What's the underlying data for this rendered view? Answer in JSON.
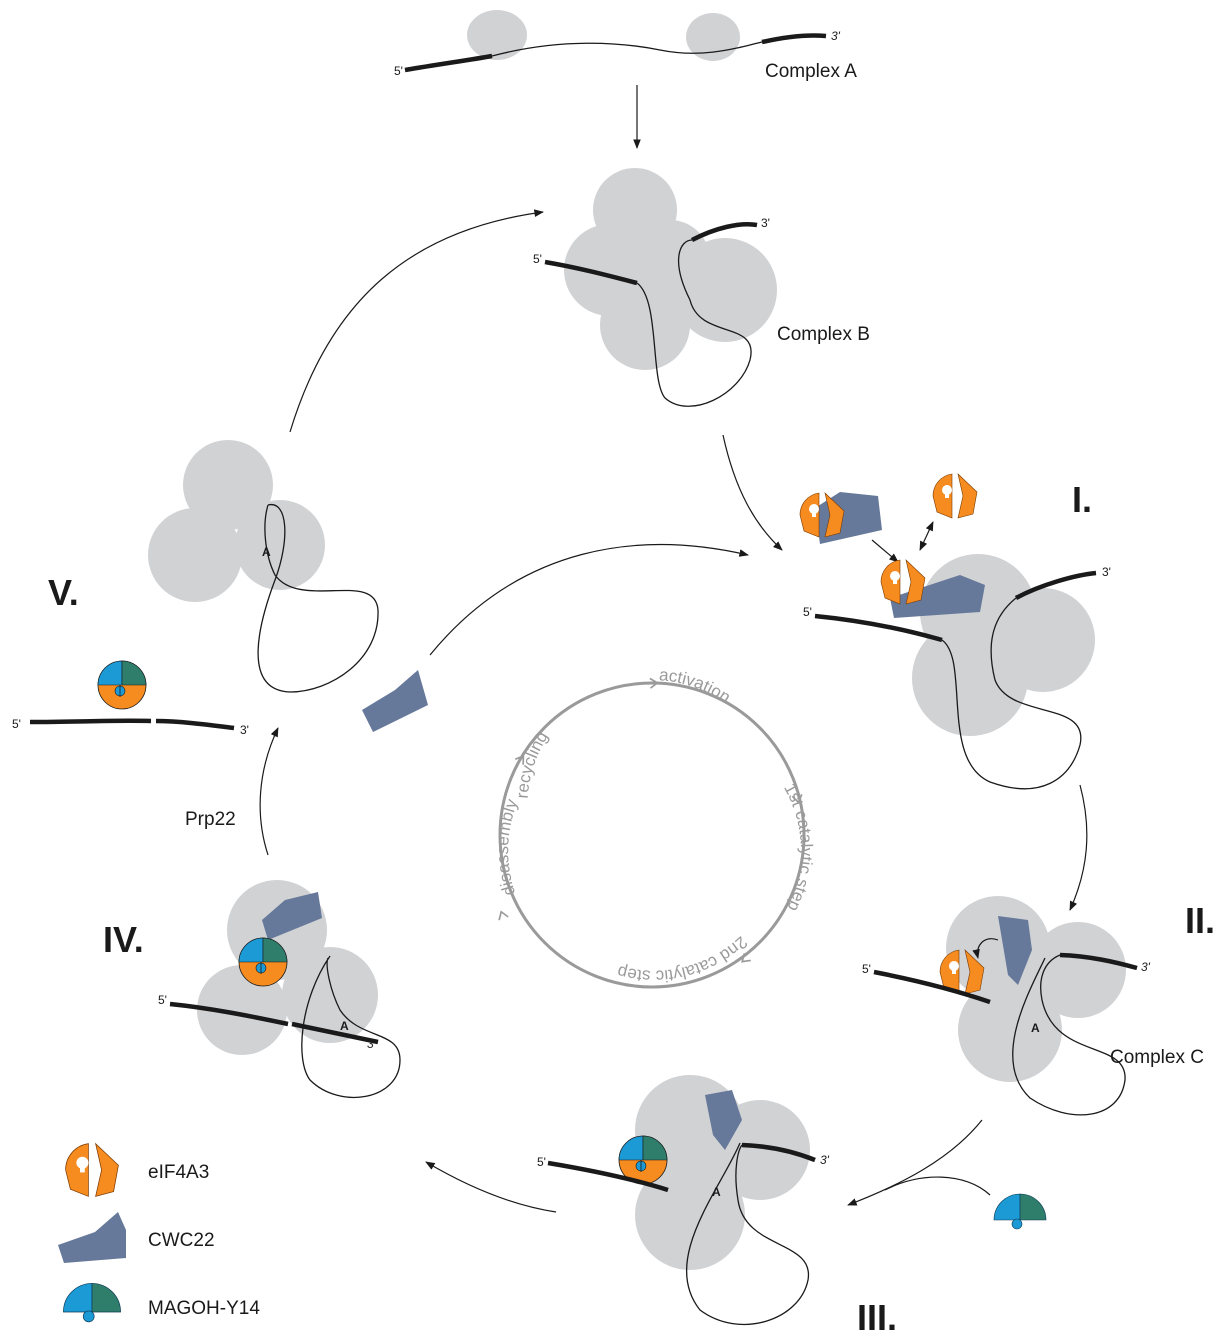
{
  "complexes": {
    "a": "Complex A",
    "b": "Complex B",
    "c": "Complex C"
  },
  "stages": {
    "i": "I.",
    "ii": "II.",
    "iii": "III.",
    "iv": "IV.",
    "v": "V."
  },
  "ends": {
    "five": "5'",
    "three": "3'",
    "branch": "A"
  },
  "factor": "Prp22",
  "cycle": {
    "recycling": "recycling",
    "activation": "activation",
    "first_step": "1st catalytic step",
    "second_step": "2nd catalytic step",
    "disassembly": "disassembly"
  },
  "legend": {
    "eif4a3": "eIF4A3",
    "cwc22": "CWC22",
    "magoh": "MAGOH-Y14"
  },
  "colors": {
    "spliceosome": "#d1d2d4",
    "eif4a3": "#f68b1f",
    "cwc22": "#66799a",
    "magoh": "#1c9ad6",
    "y14": "#2f7d6b",
    "cycle_text": "#9a9a9a"
  }
}
